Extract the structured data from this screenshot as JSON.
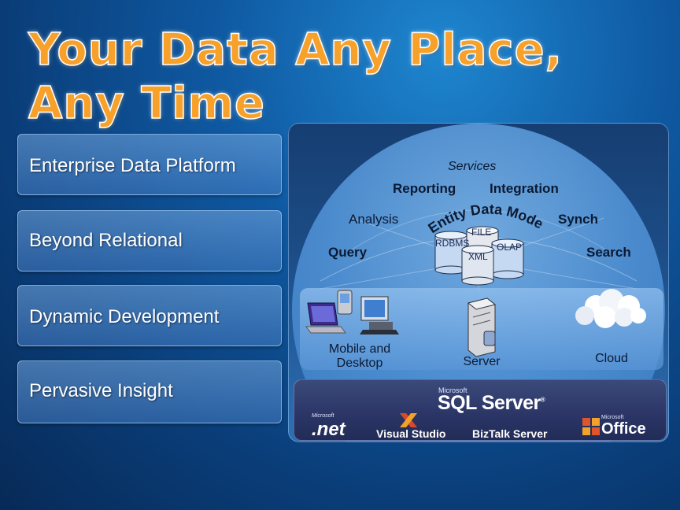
{
  "title": "Your Data Any Place, Any Time",
  "left_items": [
    {
      "label": "Enterprise Data Platform"
    },
    {
      "label": "Beyond Relational"
    },
    {
      "label": "Dynamic Development"
    },
    {
      "label": "Pervasive Insight"
    }
  ],
  "diagram": {
    "services": "Services",
    "reporting": "Reporting",
    "integration": "Integration",
    "analysis": "Analysis",
    "synch": "Synch",
    "query": "Query",
    "search": "Search",
    "entity_data_model": "Entity Data Model",
    "stores": {
      "file": "FILE",
      "rdbms": "RDBMS",
      "xml": "XML",
      "olap": "OLAP"
    },
    "devices": {
      "mobile_desktop": "Mobile and Desktop",
      "server": "Server",
      "cloud": "Cloud"
    }
  },
  "platform": {
    "vendor": "Microsoft",
    "product": "SQL Server",
    "logos": [
      {
        "vendor": "Microsoft",
        "name": ".net"
      },
      {
        "vendor": "",
        "name": "Visual Studio"
      },
      {
        "vendor": "",
        "name": "BizTalk Server"
      },
      {
        "vendor": "Microsoft",
        "name": "Office"
      }
    ]
  },
  "colors": {
    "title": "#f7a12a",
    "panel": "#5a8fd0",
    "dark_strip": "#2a3566"
  }
}
